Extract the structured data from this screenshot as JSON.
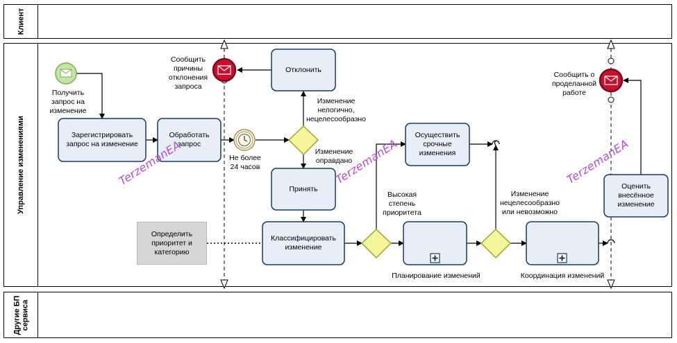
{
  "lanes": {
    "client": "Клиент",
    "change_mgmt": "Управление изменениями",
    "other": "Другие БП\nсервиса"
  },
  "events": {
    "start_label": "Получить\nзапрос на\nизменение",
    "timer_label": "Не более\n24 часов",
    "reject_msg_label": "Сообщить\nпричины\nотклонения\nзапроса",
    "done_msg_label": "Сообщить о\nпроделанной\nработе"
  },
  "tasks": {
    "register": "Зарегистрировать\nзапрос на изменение",
    "process": "Обработать\nзапрос",
    "reject": "Отклонить",
    "accept": "Принять",
    "urgent": "Осуществить\nсрочные\nизменения",
    "classify": "Классифицировать\nизменение",
    "evaluate": "Оценить\nвнесённое\nизменение"
  },
  "subprocesses": {
    "planning": "Планирование изменений",
    "coordination": "Координация изменений"
  },
  "annotation": "Определить\nприоритет и\nкатегорию",
  "flow_labels": {
    "illogical": "Изменение\nнелогично,\nнецелесообразно",
    "justified": "Изменение\nоправдано",
    "high_priority": "Высокая\nстепень\nприоритета",
    "impossible": "Изменение\nнецелесообразно\nили невозможно"
  },
  "watermark": "TerzemanEA",
  "colors": {
    "task_fill": "#e8eef8",
    "task_border": "#17395c",
    "gateway_fill": "#f5f59a",
    "gateway_border": "#a0a030",
    "end_event": "#c8102e",
    "start_event_fill": "#c3e6a3",
    "start_event_border": "#7aaa55",
    "watermark": "#b84bd6"
  }
}
